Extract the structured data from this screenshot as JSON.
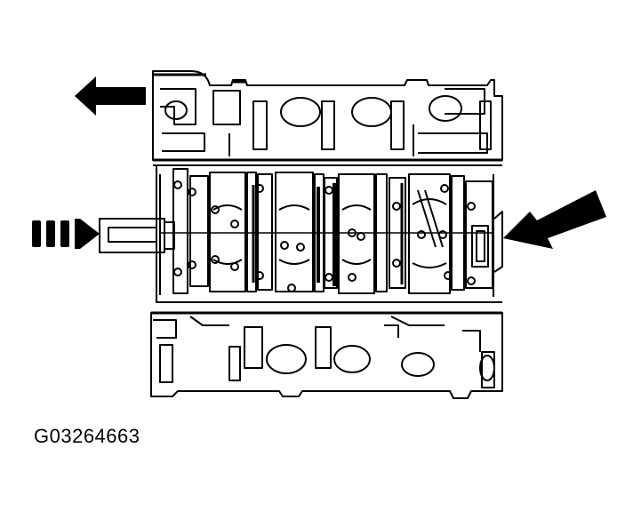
{
  "figure": {
    "id_label": "G03264663",
    "colors": {
      "ink": "#000000",
      "paper": "#ffffff"
    },
    "arrows": [
      {
        "name": "direction-arrow-left",
        "icon": "solid-arrow-left"
      },
      {
        "name": "push-arrow-right",
        "icon": "dashed-arrow-right"
      },
      {
        "name": "inspection-arrow-diagonal",
        "icon": "solid-arrow-down-left"
      }
    ]
  }
}
